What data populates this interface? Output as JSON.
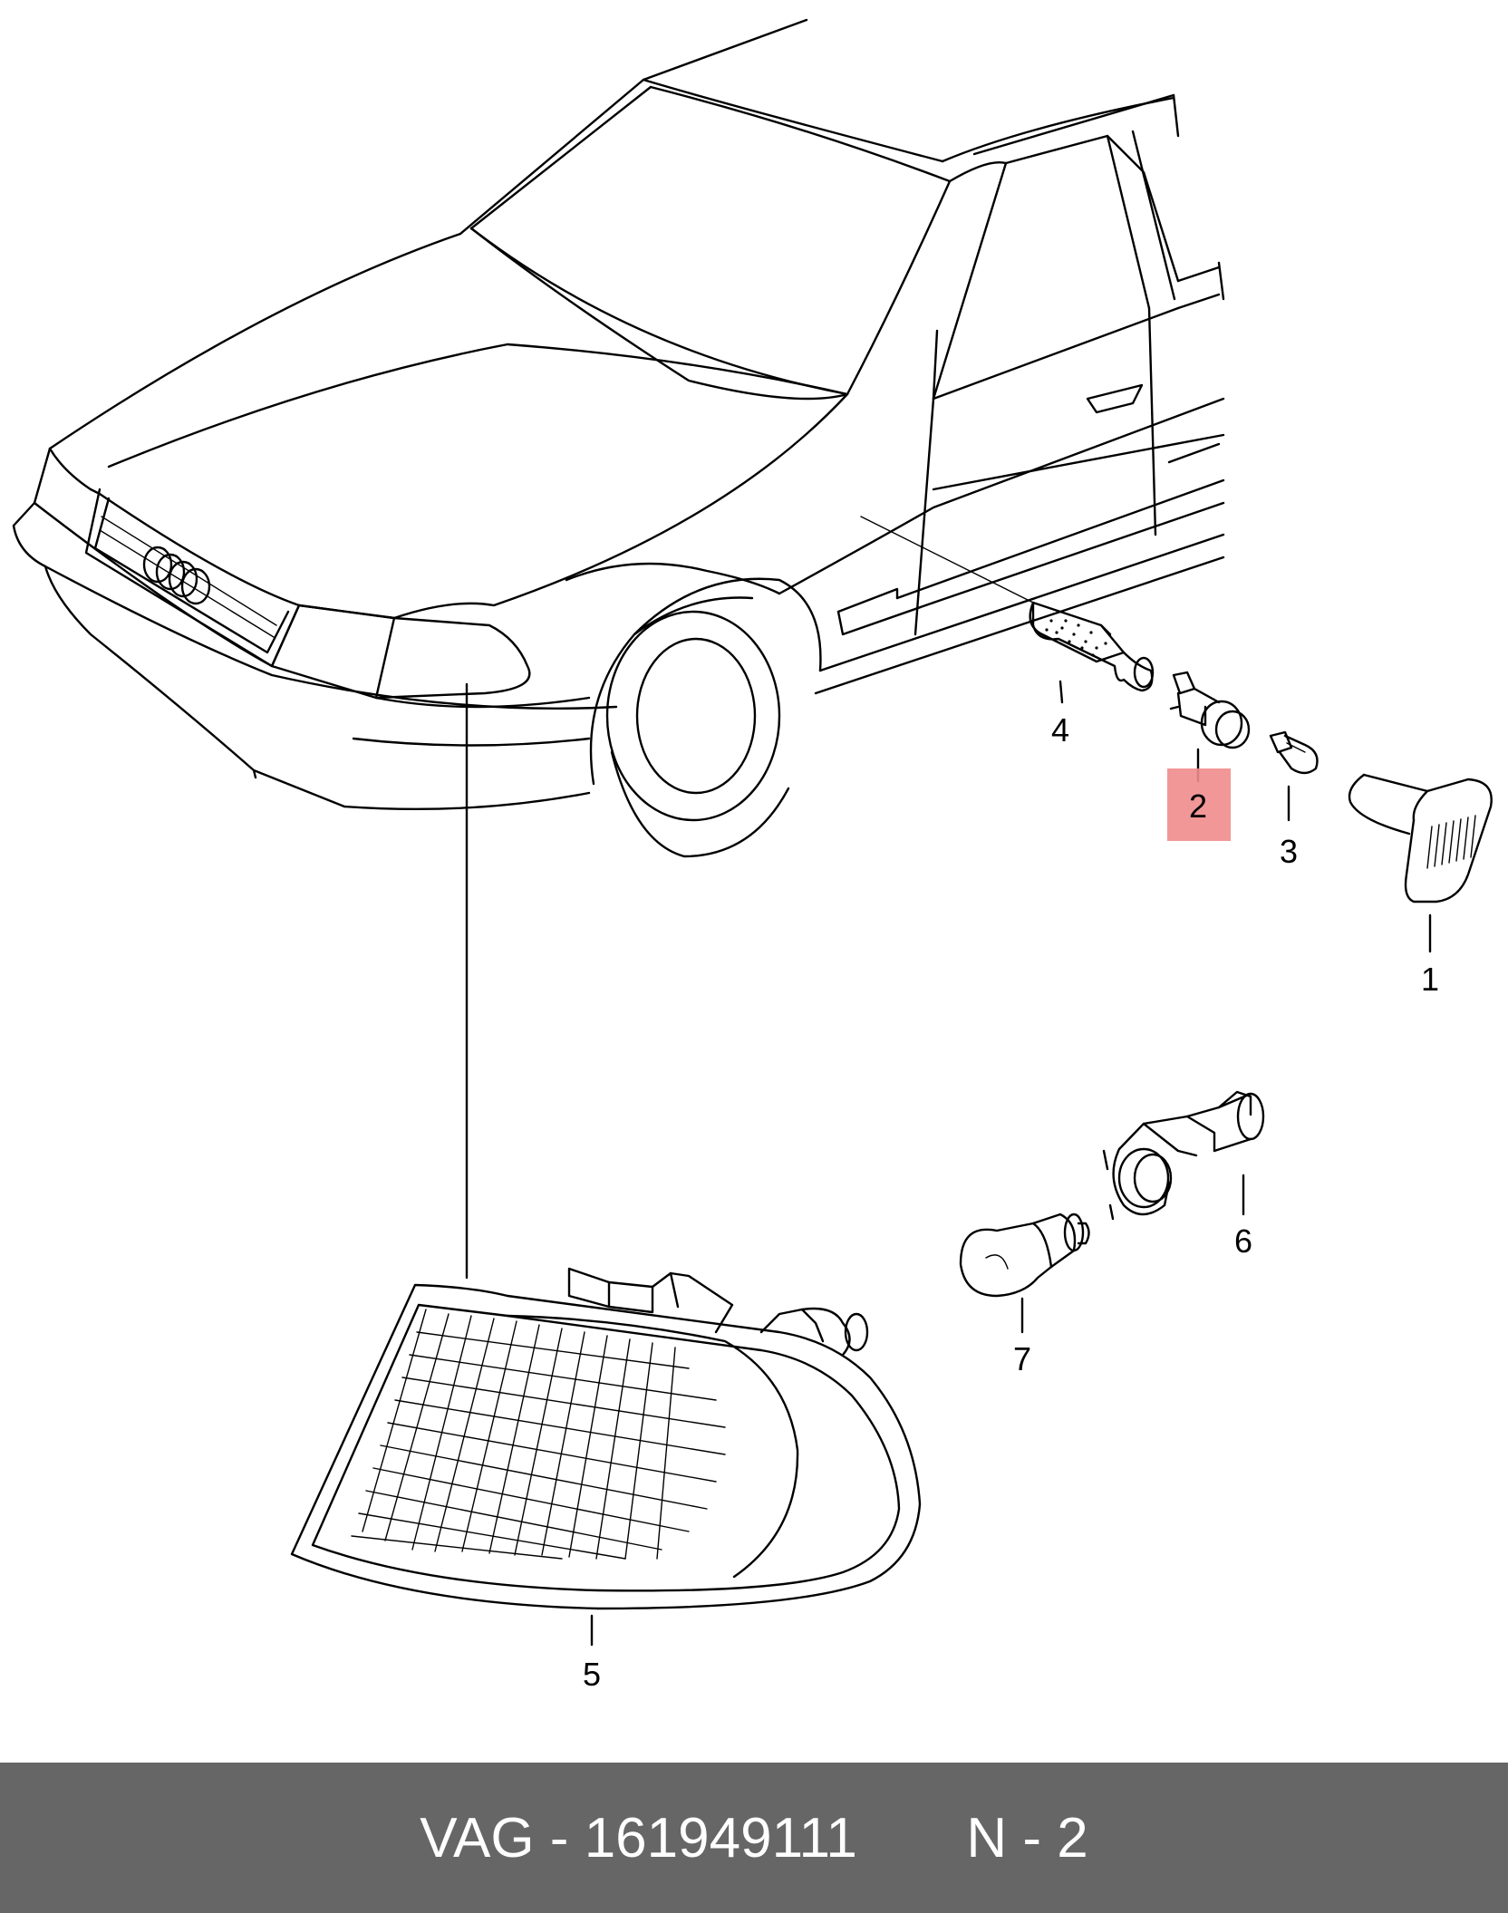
{
  "colors": {
    "background": "#ffffff",
    "line": "#000000",
    "highlight": "#f08c8c",
    "footer_bg": "#666666",
    "footer_text": "#ffffff"
  },
  "callouts": [
    "1",
    "2",
    "3",
    "4",
    "5",
    "6",
    "7"
  ],
  "highlighted_callout": "2",
  "footer": {
    "brand": "VAG",
    "separator": "-",
    "part_number": "161949111",
    "position": "N - 2"
  }
}
